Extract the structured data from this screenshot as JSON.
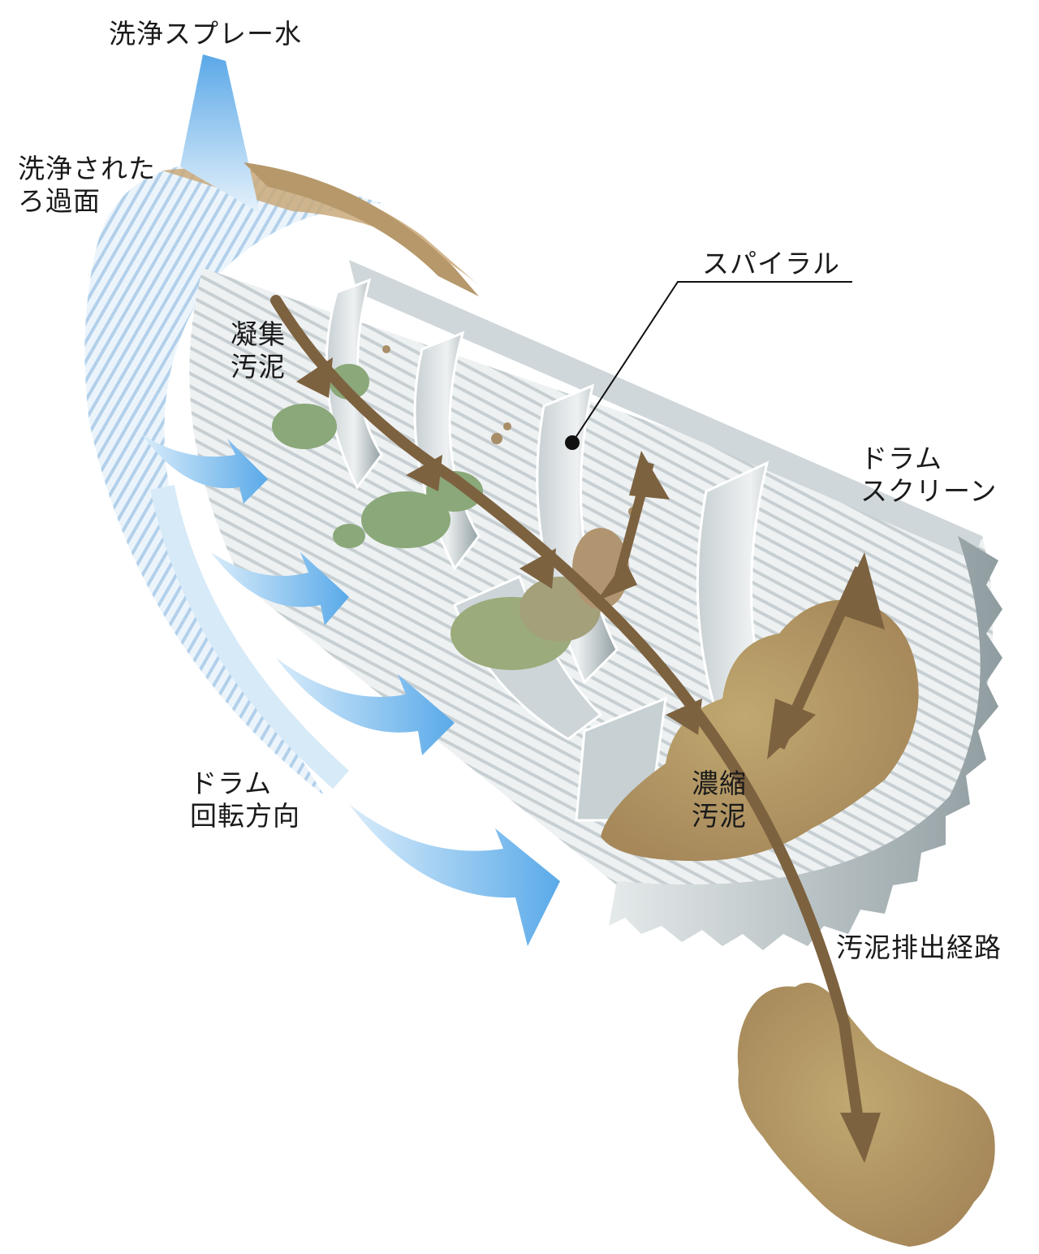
{
  "diagram": {
    "type": "drum screen thickener illustration",
    "colors": {
      "background": "#ffffff",
      "water_blue": "#6fb3ea",
      "water_light": "#d6eaf8",
      "screen_gray": "#b9c4c8",
      "screen_light": "#eef2f3",
      "spiral_gray": "#a9b5b9",
      "sludge_brown": "#b59a68",
      "sludge_dark": "#7a6040",
      "arrow_brown": "#7d6240",
      "floc_green": "#8aa879",
      "label_text": "#1a1a1a"
    },
    "labels": {
      "wash_spray_water": "洗浄スプレー水",
      "cleaned_filter_surface": [
        "洗浄された",
        "ろ過面"
      ],
      "spiral": "スパイラル",
      "flocculated_sludge": [
        "凝集",
        "汚泥"
      ],
      "drum_screen": [
        "ドラム",
        "スクリーン"
      ],
      "drum_rotation_direction": [
        "ドラム",
        "回転方向"
      ],
      "thickened_sludge": [
        "濃縮",
        "汚泥"
      ],
      "sludge_discharge_path": "汚泥排出経路"
    }
  }
}
